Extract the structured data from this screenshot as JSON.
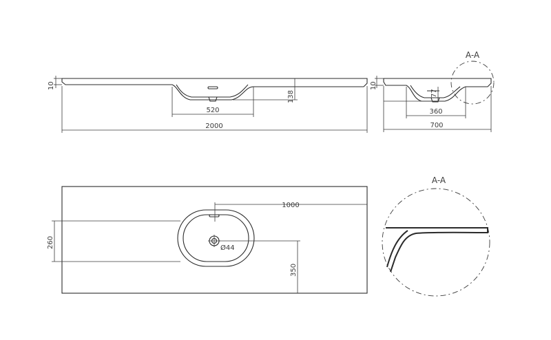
{
  "front_view": {
    "dim_thickness": "10",
    "dim_depth": "138",
    "dim_basin_width": "520",
    "dim_total_length": "2000"
  },
  "side_view": {
    "dim_thickness": "10",
    "dim_overflow": "77",
    "dim_basin_depth": "360",
    "dim_total_depth": "700",
    "section_label": "A-A"
  },
  "top_view": {
    "dim_offset": "1000",
    "dim_basin_width": "260",
    "dim_drain": "Ø44",
    "dim_front_offset": "350"
  },
  "detail_view": {
    "section_label": "A-A"
  }
}
